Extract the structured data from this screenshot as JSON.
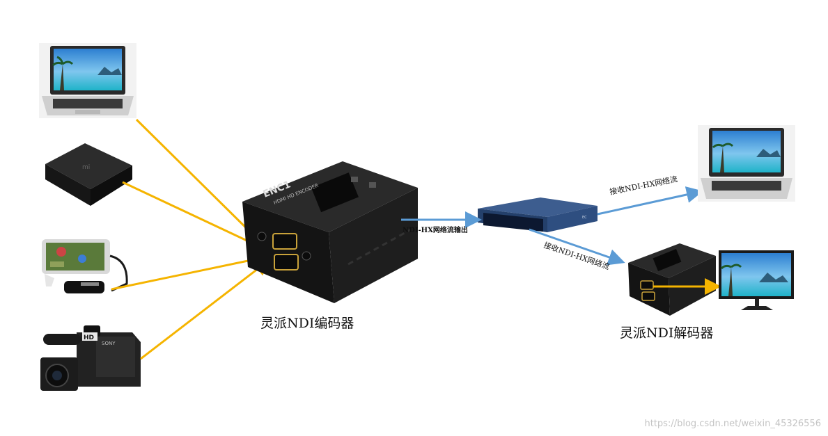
{
  "labels": {
    "encoder": "灵派NDI编码器",
    "decoder": "灵派NDI解码器",
    "stream_out": "NDI-HX网络流输出",
    "receive_top": "接收NDI-HX网络流",
    "receive_bottom": "接收NDI-HX网络流"
  },
  "device_text": {
    "enc_model": "ENC1",
    "enc_desc": "HDMI HD ENCODER",
    "hd_badge": "HD",
    "camera_brand": "SONY"
  },
  "watermark": "https://blog.csdn.net/weixin_45326556",
  "colors": {
    "input_arrow": "#f5b400",
    "network_arrow": "#5b9bd5",
    "device_body": "#1c1c1c",
    "switch_body": "#2b4a7a"
  },
  "icons": [
    "laptop-icon",
    "set-top-box-icon",
    "smartphone-icon",
    "camcorder-icon",
    "encoder-device",
    "network-switch-icon",
    "decoder-device",
    "monitor-icon"
  ]
}
